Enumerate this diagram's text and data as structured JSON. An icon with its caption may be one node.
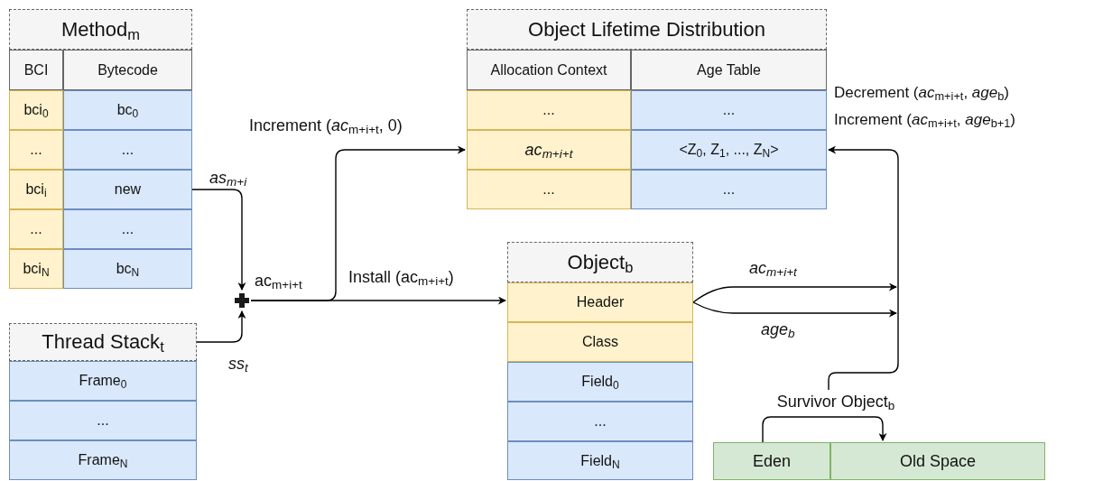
{
  "diagram": {
    "nodes": [
      {
        "text": [
          "Method$_{m}$"
        ]
      },
      {
        "text": [
          "BCI"
        ]
      },
      {
        "text": [
          "Bytecode"
        ]
      },
      {
        "text": [
          "bci$_{0}$"
        ]
      },
      {
        "text": [
          "bc$_{0}$"
        ]
      },
      {
        "text": [
          "..."
        ]
      },
      {
        "text": [
          "..."
        ]
      },
      {
        "text": [
          "bci$_{i}$"
        ]
      },
      {
        "text": [
          "new"
        ]
      },
      {
        "text": [
          "..."
        ]
      },
      {
        "text": [
          "..."
        ]
      },
      {
        "text": [
          "bci$_{N}$"
        ]
      },
      {
        "text": [
          "bc$_{N}$"
        ]
      },
      {
        "text": [
          "Thread Stack$_{t}$"
        ]
      },
      {
        "text": [
          "Frame$_{0}$"
        ]
      },
      {
        "text": [
          "..."
        ]
      },
      {
        "text": [
          "Frame$_{N}$"
        ]
      },
      {
        "text": [],
        "shape": "plus"
      },
      {
        "text": [
          "Object Lifetime Distribution"
        ]
      },
      {
        "text": [
          "Allocation Context"
        ]
      },
      {
        "text": [
          "Age Table"
        ]
      },
      {
        "text": [
          "..."
        ]
      },
      {
        "text": [
          "..."
        ]
      },
      {
        "text": [
          "ac$_{m+i+t}$"
        ]
      },
      {
        "text": [
          "<Z$_{0}$, Z$_{1}$, ..., Z$_{N}$>"
        ]
      },
      {
        "text": [
          "..."
        ]
      },
      {
        "text": [
          "..."
        ]
      },
      {
        "text": [
          "Object$_{b}$"
        ]
      },
      {
        "text": [
          "Header"
        ]
      },
      {
        "text": [
          "Class"
        ]
      },
      {
        "text": [
          "Field$_{0}$"
        ]
      },
      {
        "text": [
          "..."
        ]
      },
      {
        "text": [
          "Field$_{N}$"
        ]
      },
      {
        "text": [
          "Survivor Object$_{b}$"
        ]
      },
      {
        "text": [
          "Eden"
        ]
      },
      {
        "text": [
          "Old Space"
        ]
      }
    ],
    "edges": [
      {
        "from": 8,
        "to": 17,
        "arrow": "to",
        "label": "as$_{m+i}$"
      },
      {
        "from": 13,
        "to": 17,
        "arrow": "to",
        "label": "ss$_{t}$"
      },
      {
        "from": 17,
        "to": 23,
        "arrow": "to",
        "label": "Increment (*ac*$_{m+i+t}$, 0)"
      },
      {
        "from": 17,
        "to": 28,
        "arrow": "to",
        "label": "Install (ac$_{m+i+t}$)"
      },
      {
        "from": 28,
        "to": null,
        "arrow": "to",
        "label": "ac$_{m+i+t}$"
      },
      {
        "from": 28,
        "to": null,
        "arrow": "to",
        "label": "age$_{b}$"
      },
      {
        "from": 33,
        "to": 24,
        "arrow": "to"
      },
      {
        "from": 34,
        "to": 35,
        "arrow": "to"
      }
    ],
    "labels": [
      "ac$_{m+i+t}$",
      "Decrement (*ac*$_{m+i+t}$, *age*$_{b}$)",
      "Increment  (*ac*$_{m+i+t}$, *age*$_{b+1}$)"
    ]
  }
}
